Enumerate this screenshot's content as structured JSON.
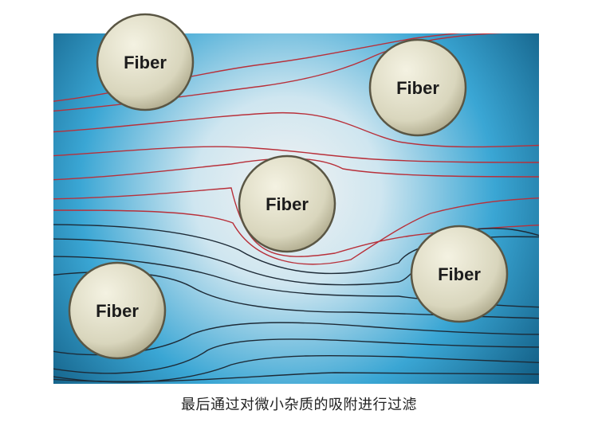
{
  "diagram": {
    "colors": {
      "background_outer": "#0a4f74",
      "background_mid": "#3aa6d4",
      "background_glow": "#f2f2f2",
      "fiber_fill": "#d9d6bd",
      "fiber_highlight": "#f4f2e2",
      "fiber_edge": "#5a5644",
      "streamline_upper": "#b8303a",
      "streamline_lower": "#1d2a36"
    },
    "fibers": [
      {
        "id": "fiber-top-left",
        "label": "Fiber"
      },
      {
        "id": "fiber-top-right",
        "label": "Fiber"
      },
      {
        "id": "fiber-center",
        "label": "Fiber"
      },
      {
        "id": "fiber-right",
        "label": "Fiber"
      },
      {
        "id": "fiber-bottom-left",
        "label": "Fiber"
      }
    ]
  },
  "caption": "最后通过对微小杂质的吸附进行过滤"
}
